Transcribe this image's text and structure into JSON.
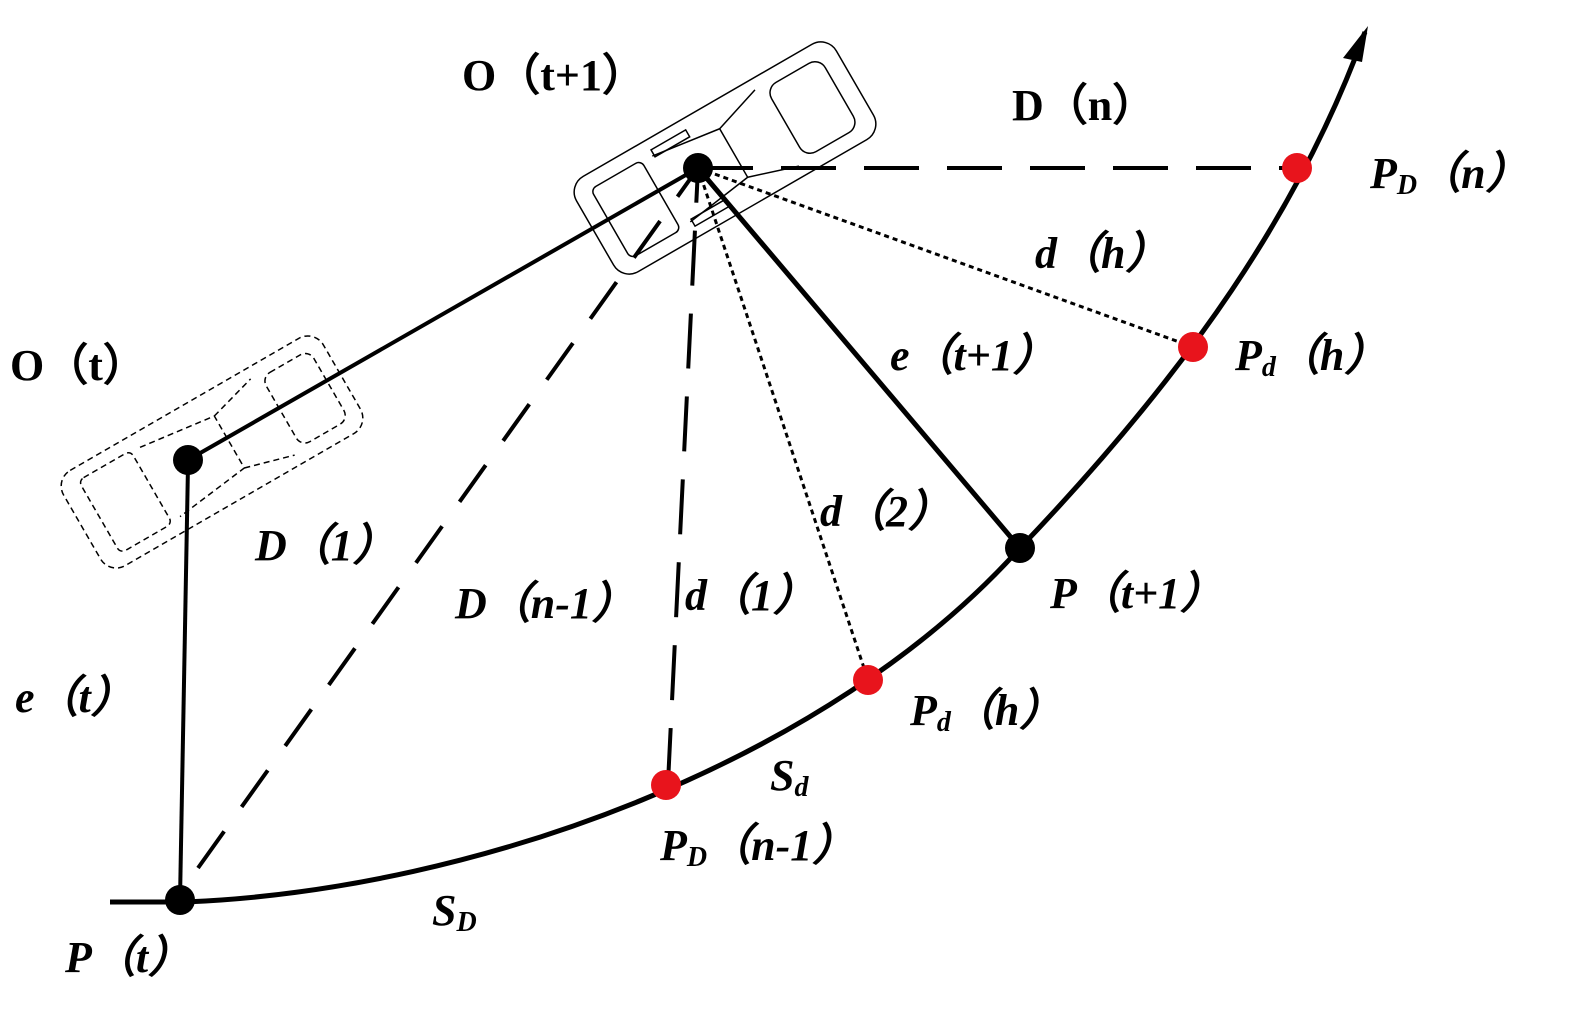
{
  "labels": {
    "o_t1": "O（t+1）",
    "o_t": "O（t）",
    "d_n": "D（n）",
    "pD_n_main": "P",
    "pD_n_sub": "D",
    "pD_n_rest": "（n）",
    "d_h": "d（h）",
    "e_t1": "e（t+1）",
    "pd_h_upper_main": "P",
    "pd_h_upper_sub": "d",
    "pd_h_upper_rest": "（h）",
    "d_1_big": "D（1）",
    "d_2": "d（2）",
    "p_t1": "P（t+1）",
    "d_n1": "D（n-1）",
    "d_1_small": "d（1）",
    "e_t": "e（t）",
    "pd_h_lower_main": "P",
    "pd_h_lower_sub": "d",
    "pd_h_lower_rest": "（h）",
    "s_d_main": "S",
    "s_d_sub": "d",
    "pD_n1_main": "P",
    "pD_n1_sub": "D",
    "pD_n1_rest": "（n-1）",
    "s_D_main": "S",
    "s_D_sub": "D",
    "p_t": "P（t）"
  },
  "colors": {
    "stroke": "#000000",
    "sample_point": "#e8141c",
    "key_point": "#000000"
  }
}
